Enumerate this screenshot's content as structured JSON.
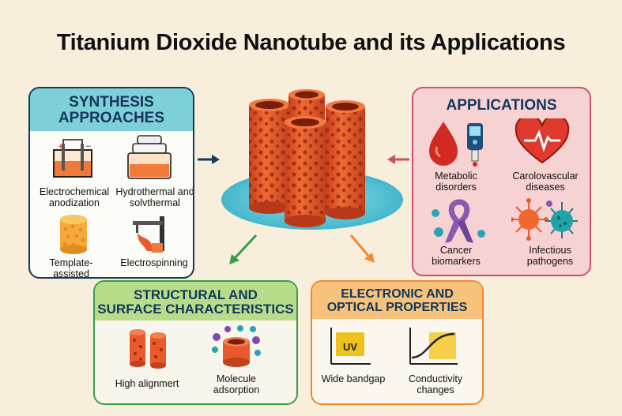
{
  "title": "Titanium Dioxide Nanotube and its Applications",
  "synthesis": {
    "heading_line1": "SYNTHESIS",
    "heading_line2": "APPROACHES",
    "items": [
      {
        "label": "Electrochemical anodization",
        "icon": "electrochemical-cell-icon"
      },
      {
        "label": "Hydrothermal and solvthermal",
        "icon": "autoclave-icon"
      },
      {
        "label": "Template-assisted",
        "icon": "template-cylinder-icon"
      },
      {
        "label": "Electrospinning",
        "icon": "electrospinning-icon"
      }
    ]
  },
  "applications": {
    "heading": "APPLICATIONS",
    "items": [
      {
        "label": "Metabolic disorders",
        "icon": "blood-drop-glucometer-icon"
      },
      {
        "label": "Carolovascular diseases",
        "icon": "heart-icon"
      },
      {
        "label": "Cancer biomarkers",
        "icon": "ribbon-icon"
      },
      {
        "label": "Infectious pathogens",
        "icon": "virus-icon"
      }
    ]
  },
  "structural": {
    "heading_line1": "STRUCTURAL AND",
    "heading_line2": "SURFACE CHARACTERISTICS",
    "items": [
      {
        "label": "High alignmert",
        "icon": "aligned-tubes-icon"
      },
      {
        "label": "Molecule adsorption",
        "icon": "adsorption-icon"
      }
    ]
  },
  "electronic": {
    "heading_line1": "ELECTRONIC AND",
    "heading_line2": "OPTICAL PROPERTIES",
    "items": [
      {
        "label": "Wide bandgap",
        "icon": "uv-bandgap-icon",
        "badge": "UV"
      },
      {
        "label": "Conductivity changes",
        "icon": "conductivity-curve-icon"
      }
    ]
  },
  "colors": {
    "background": "#f8eedc",
    "tube_orange": "#e9592a",
    "synthesis_border": "#143a5e",
    "applications_border": "#c9536c",
    "structural_border": "#3a9c48",
    "electronic_border": "#ef8a2e"
  }
}
